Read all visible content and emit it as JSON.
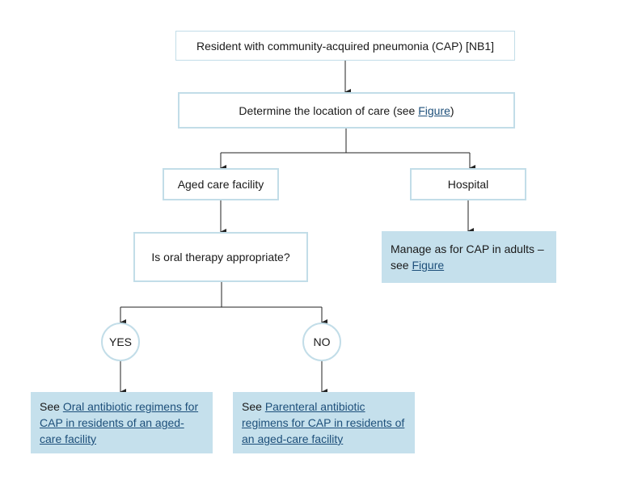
{
  "nodes": {
    "start": "Resident with community-acquired pneumonia (CAP) [NB1]",
    "location_prefix": "Determine the location of care (see ",
    "location_link": "Figure",
    "location_suffix": ")",
    "aged_care": "Aged care facility",
    "hospital": "Hospital",
    "oral_question": "Is oral therapy appropriate?",
    "yes": "YES",
    "no": "NO"
  },
  "outcomes": {
    "hospital_prefix": "Manage as for CAP in adults – see ",
    "hospital_link": "Figure",
    "yes_prefix": "See ",
    "yes_link": "Oral antibiotic regimens for CAP in residents of an aged-care facility",
    "no_prefix": "See ",
    "no_link": "Parenteral antibiotic regimens for CAP in residents of an aged-care facility"
  },
  "colors": {
    "box_border": "#c2dde8",
    "outcome_fill": "#c5e0ec",
    "link": "#1d4f7a",
    "connector": "#222222"
  }
}
